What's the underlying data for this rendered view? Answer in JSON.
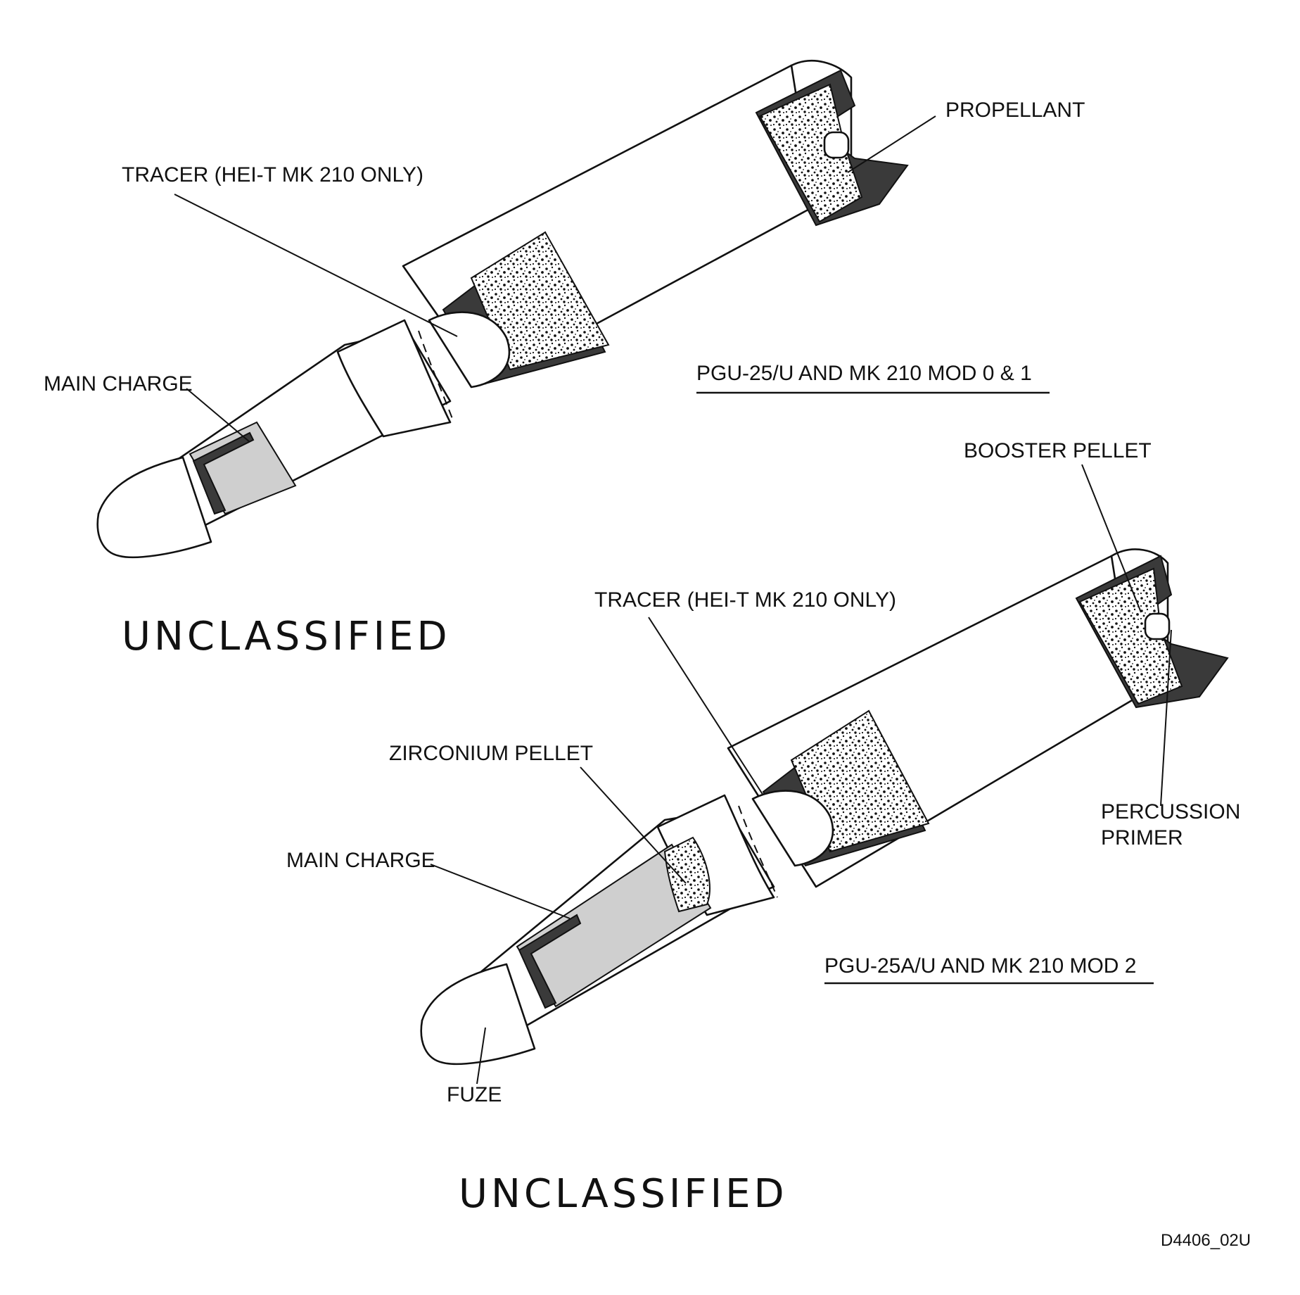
{
  "top_round": {
    "title": "PGU-25/U AND MK 210 MOD 0 & 1",
    "labels": {
      "tracer": "TRACER (HEI-T MK 210 ONLY)",
      "propellant": "PROPELLANT",
      "main_charge": "MAIN CHARGE"
    },
    "marking": "UNCLASSIFIED"
  },
  "bottom_round": {
    "title": "PGU-25A/U AND MK 210 MOD 2",
    "labels": {
      "booster_pellet": "BOOSTER PELLET",
      "tracer": "TRACER (HEI-T MK 210 ONLY)",
      "zirconium_pellet": "ZIRCONIUM PELLET",
      "main_charge": "MAIN CHARGE",
      "percussion_primer_line1": "PERCUSSION",
      "percussion_primer_line2": "PRIMER",
      "fuze": "FUZE"
    },
    "marking": "UNCLASSIFIED"
  },
  "drawing_id": "D4406_02U"
}
